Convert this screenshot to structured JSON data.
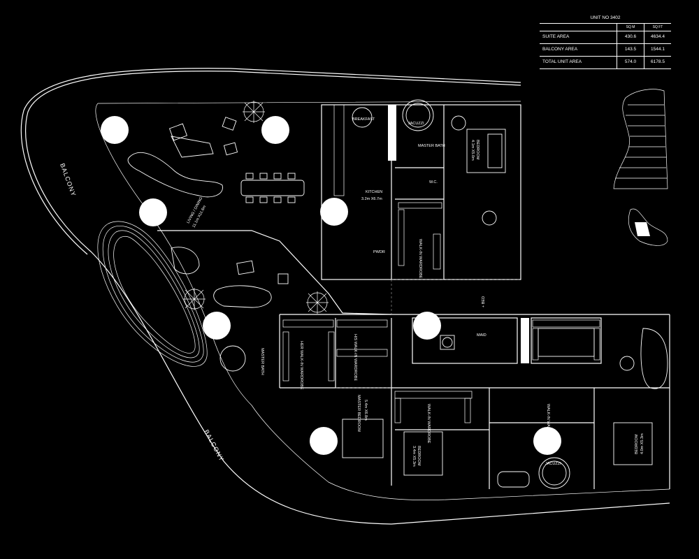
{
  "unit_table": {
    "title": "UNIT NO 3402",
    "columns": [
      "",
      "SQ M",
      "SQ FT"
    ],
    "rows": [
      {
        "label": "SUITE AREA",
        "sqm": "430.6",
        "sqft": "4634.4"
      },
      {
        "label": "BALCONY AREA",
        "sqm": "143.5",
        "sqft": "1544.1"
      },
      {
        "label": "TOTAL UNIT AREA",
        "sqm": "574.0",
        "sqft": "6178.5"
      }
    ]
  },
  "labels": {
    "balcony_1": "BALCONY",
    "balcony_2": "BALCONY",
    "living": "LIVING / DINING",
    "living_dim": "11.1m X11.6m",
    "kitchen": "KITCHEN",
    "kitchen_dim": "3.2m X6.7m",
    "breakfast": "BREAKFAST",
    "jacuzzi_1": "JACUZZI",
    "jacuzzi_2": "JACUZZI",
    "master_bath_1": "MASTER BATH",
    "master_bath_2": "MASTER BATH",
    "wc": "W.C.",
    "pwdr": "PWDR",
    "walkin_1": "WALK-IN WARDROBE",
    "walkin_2": "WALK-IN WARDROBE",
    "walkin_3": "WALK-IN WARDROBE",
    "hers": "HER WALK-IN WARDROBE",
    "his": "HIS WALK-IN WARDROBE",
    "bedroom_1": "BEDROOM",
    "bedroom_1_dim": "4.1m X5.0m",
    "bedroom_2": "BEDROOM",
    "bedroom_2_dim": "3.4m X5.3m",
    "bedroom_3": "BEDROOM",
    "bedroom_3_dim": "4.0m X5.3m",
    "master_bedroom": "MASTER BEDROOM",
    "master_bedroom_dim": "5.4m X6.8m",
    "maid": "MAID",
    "bed": "+ BED"
  }
}
